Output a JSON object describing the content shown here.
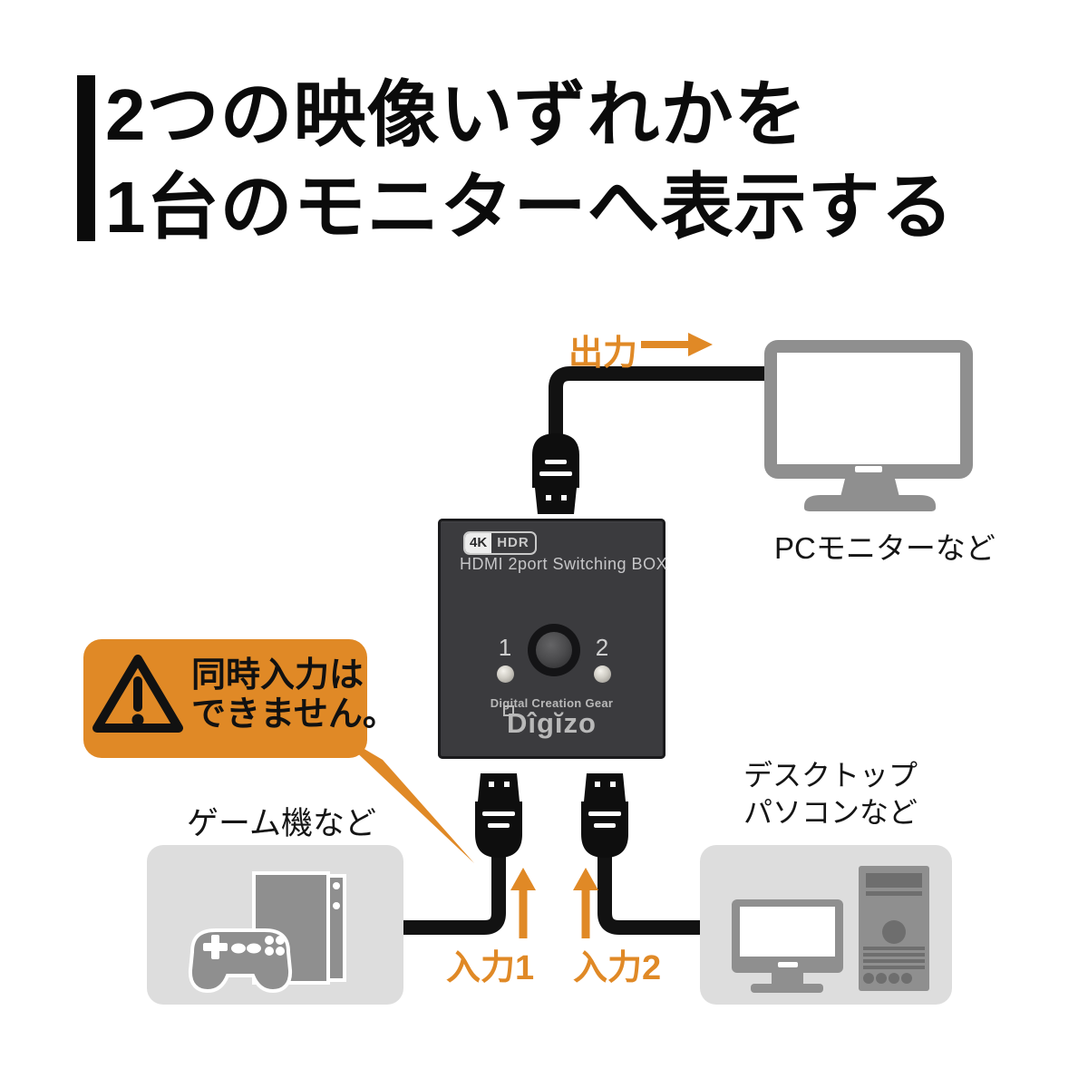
{
  "title": {
    "line1": "2つの映像いずれかを",
    "line2": "1台のモニターへ表示する"
  },
  "colors": {
    "accent_orange": "#E08926",
    "device_gray": "#8F8F8F",
    "panel_gray": "#DDDDDD",
    "box_body": "#3B3B3E",
    "cable_black": "#121212"
  },
  "output_section": {
    "label": "出力",
    "monitor_label": "PCモニターなど"
  },
  "switch_box": {
    "badge_4k": "4K",
    "badge_hdr": "HDR",
    "model_name": "HDMI 2port Switching BOX",
    "port1_label": "1",
    "port2_label": "2",
    "brand_tagline": "Digital Creation Gear",
    "brand_logo": "Dîgĭzo"
  },
  "warning_callout": {
    "line1": "同時入力は",
    "line2": "できません。"
  },
  "input_section": {
    "input1_label": "入力1",
    "input2_label": "入力2",
    "game_label": "ゲーム機など",
    "pc_label_line1": "デスクトップ",
    "pc_label_line2": "パソコンなど"
  }
}
